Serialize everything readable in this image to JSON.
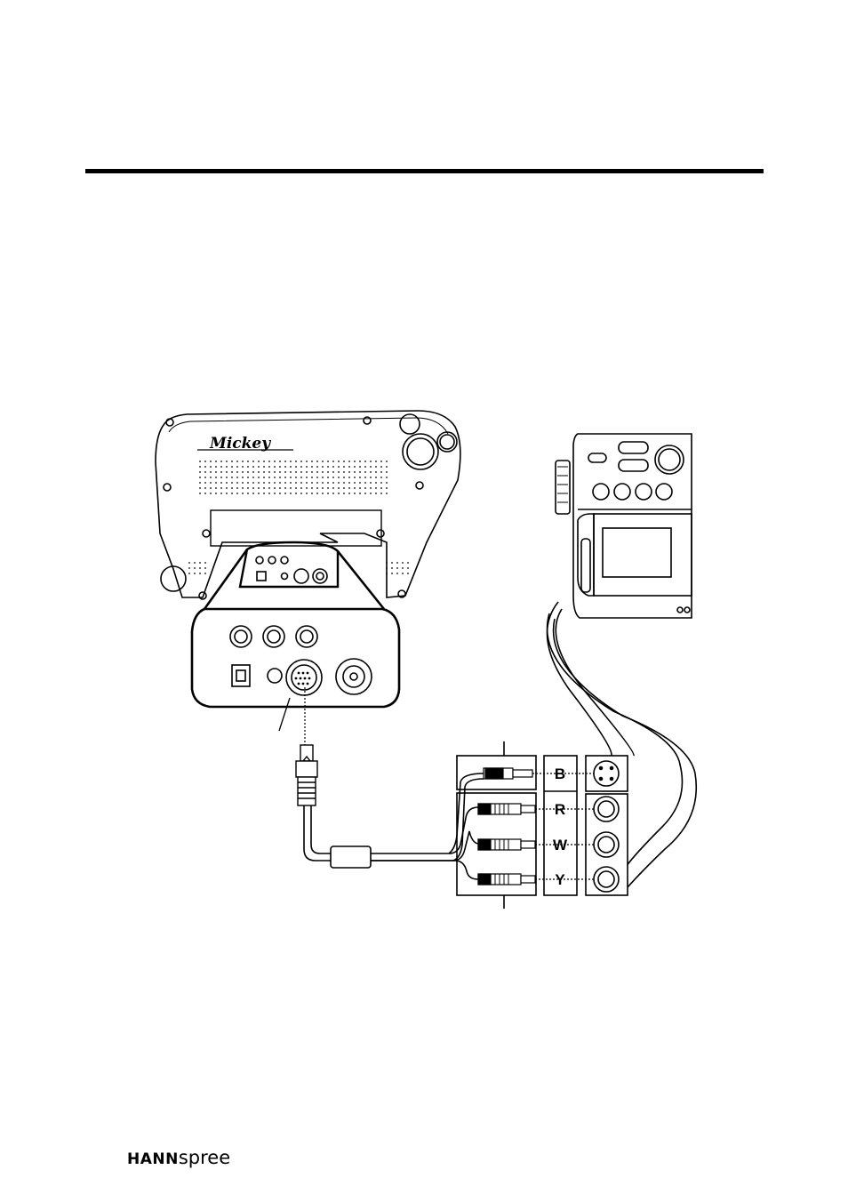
{
  "tv": {
    "brand_script": "Mickey"
  },
  "connectors": [
    "B",
    "R",
    "W",
    "Y"
  ],
  "logo": {
    "bold": "HANN",
    "light": "spree"
  }
}
